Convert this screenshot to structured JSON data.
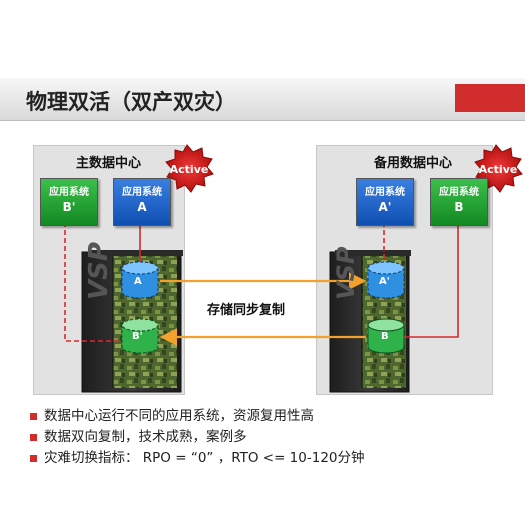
{
  "title": "物理双活（双产双灾）",
  "sync_label": "存储同步复制",
  "left_dc": {
    "title": "主数据中心",
    "active": "Active",
    "apps": [
      {
        "line1": "应用系统",
        "line2": "B'",
        "color": "green"
      },
      {
        "line1": "应用系统",
        "line2": "A",
        "color": "blue"
      }
    ],
    "storage_top": "A",
    "storage_bottom": "B'",
    "rack_logo": "VSP"
  },
  "right_dc": {
    "title": "备用数据中心",
    "active": "Active",
    "apps": [
      {
        "line1": "应用系统",
        "line2": "A'",
        "color": "blue"
      },
      {
        "line1": "应用系统",
        "line2": "B",
        "color": "green"
      }
    ],
    "storage_top": "A'",
    "storage_bottom": "B",
    "rack_logo": "VSP"
  },
  "bullets": [
    "数据中心运行不同的应用系统，资源复用性高",
    "数据双向复制，技术成熟，案例多",
    "灾难切换指标： RPO = “0” ，RTO <= 10-120分钟"
  ],
  "colors": {
    "accent_red": "#d22d2d",
    "app_green": "#1fa22f",
    "app_blue": "#1a5fc8",
    "sync_orange": "#f2a12c"
  }
}
